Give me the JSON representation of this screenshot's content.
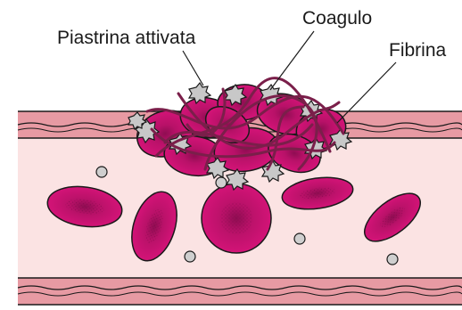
{
  "labels": {
    "platelet": "Piastrina attivata",
    "clot": "Coagulo",
    "fibrin": "Fibrina"
  },
  "colors": {
    "rbc": "#d8147a",
    "rbc_dark": "#8f0d52",
    "vessel_wall": "#e79aa3",
    "vessel_lumen": "#fbe3e3",
    "platelet": "#c8c8c8",
    "fibrin": "#7a1f4a",
    "outline": "#1a1a1a"
  }
}
